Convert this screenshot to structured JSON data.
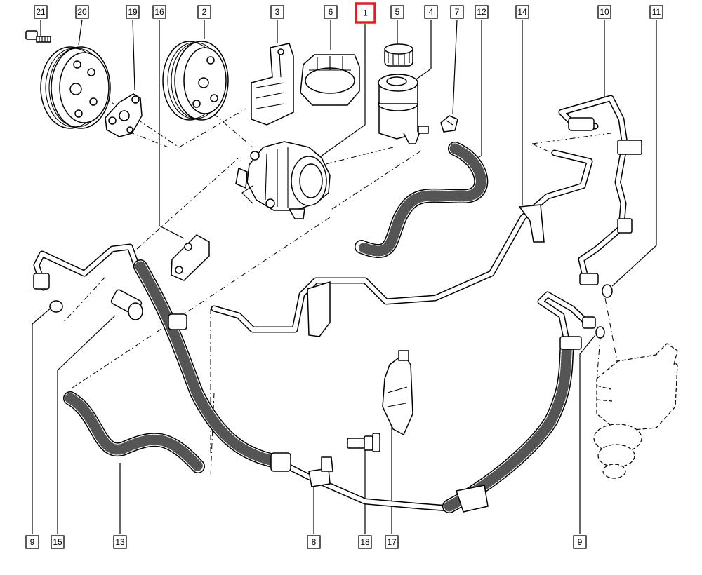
{
  "diagram": {
    "highlight_color": "#e21d24",
    "labels": [
      {
        "id": "lbl-21",
        "text": "21",
        "highlighted": false
      },
      {
        "id": "lbl-20",
        "text": "20",
        "highlighted": false
      },
      {
        "id": "lbl-19",
        "text": "19",
        "highlighted": false
      },
      {
        "id": "lbl-16",
        "text": "16",
        "highlighted": false
      },
      {
        "id": "lbl-2",
        "text": "2",
        "highlighted": false
      },
      {
        "id": "lbl-3",
        "text": "3",
        "highlighted": false
      },
      {
        "id": "lbl-6",
        "text": "6",
        "highlighted": false
      },
      {
        "id": "lbl-1",
        "text": "1",
        "highlighted": true
      },
      {
        "id": "lbl-5",
        "text": "5",
        "highlighted": false
      },
      {
        "id": "lbl-4",
        "text": "4",
        "highlighted": false
      },
      {
        "id": "lbl-7",
        "text": "7",
        "highlighted": false
      },
      {
        "id": "lbl-12",
        "text": "12",
        "highlighted": false
      },
      {
        "id": "lbl-14",
        "text": "14",
        "highlighted": false
      },
      {
        "id": "lbl-10",
        "text": "10",
        "highlighted": false
      },
      {
        "id": "lbl-11",
        "text": "11",
        "highlighted": false
      },
      {
        "id": "lbl-9a",
        "text": "9",
        "highlighted": false
      },
      {
        "id": "lbl-15",
        "text": "15",
        "highlighted": false
      },
      {
        "id": "lbl-13",
        "text": "13",
        "highlighted": false
      },
      {
        "id": "lbl-8",
        "text": "8",
        "highlighted": false
      },
      {
        "id": "lbl-18",
        "text": "18",
        "highlighted": false
      },
      {
        "id": "lbl-17",
        "text": "17",
        "highlighted": false
      },
      {
        "id": "lbl-9b",
        "text": "9",
        "highlighted": false
      }
    ]
  }
}
